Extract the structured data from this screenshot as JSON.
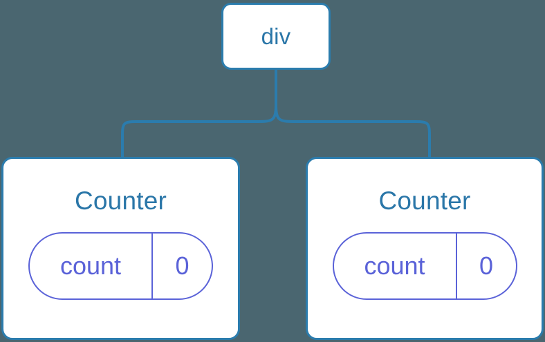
{
  "diagram": {
    "type": "component-tree",
    "background_color": "#4a6670",
    "node_border_color": "#2b7cad",
    "node_text_color": "#2a76a8",
    "pill_color": "#5a62d8",
    "connector_color": "#2b7cad",
    "root": {
      "label": "div"
    },
    "children": [
      {
        "label": "Counter",
        "state": {
          "key": "count",
          "value": "0"
        }
      },
      {
        "label": "Counter",
        "state": {
          "key": "count",
          "value": "0"
        }
      }
    ]
  }
}
